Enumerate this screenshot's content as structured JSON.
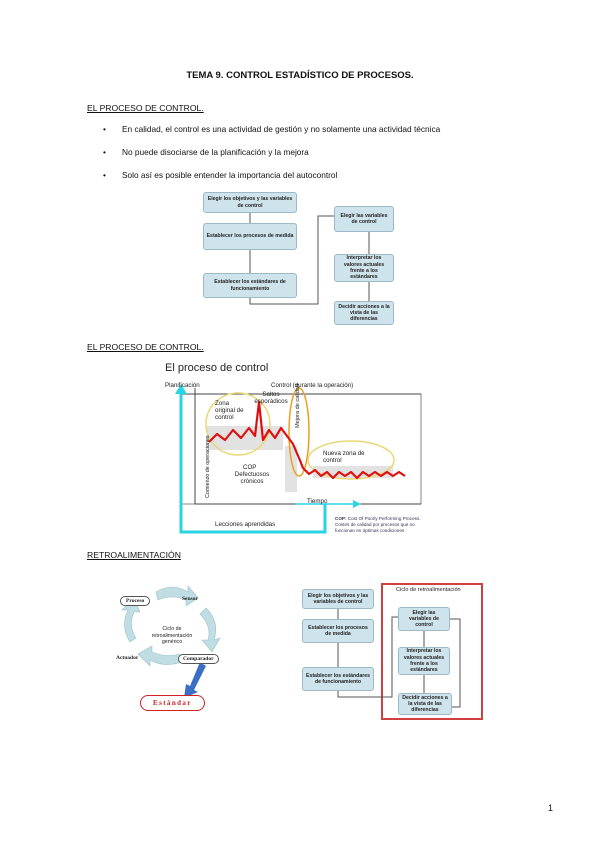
{
  "title": "TEMA 9. CONTROL ESTADÍSTICO DE PROCESOS.",
  "section1": "EL PROCESO DE CONTROL.",
  "bullets": [
    "En calidad, el control es una actividad de gestión y no solamente una actividad técnica",
    "No puede disociarse de la planificación y la mejora",
    "Solo así es posible entender la importancia del autocontrol"
  ],
  "flow": {
    "left": [
      "Elegir los objetivos y las variables de control",
      "Establecer los procesos de medida",
      "Establecer los estándares de funcionamiento"
    ],
    "right": [
      "Elegir las variables de control",
      "Interpretar los valores actuales frente a los estándares",
      "Decidir acciones a la vista de las diferencias"
    ]
  },
  "section2": "EL PROCESO DE CONTROL.",
  "chart": {
    "heading": "El proceso de control",
    "planificacion": "Planificación",
    "control": "Control (durante la operación)",
    "saltos": "Saltos esporádicos",
    "zona_original": "Zona original de control",
    "mejora": "Mejora de calidad",
    "nueva_zona": "Nueva zona de control",
    "comienzo": "Comienzo de operaciones",
    "cop": "COP",
    "defectuosos": "Defectuosos crónicos",
    "tiempo": "Tiempo",
    "lecciones": "Lecciones aprendidas",
    "nota_bold": "COP:",
    "nota": "Cost Of Poorly Performing Process. Costes de calidad por procesos que no funcionan en óptimas condiciones"
  },
  "section3": "RETROALIMENTACIÓN",
  "cycle": {
    "proceso": "Proceso",
    "sensor": "Sensor",
    "comparador": "Comparador",
    "actuador": "Actuador",
    "centro": "Ciclo de retroalimentación genérico",
    "estandar": "Estándar"
  },
  "feedback_title": "Ciclo de retroalimentación",
  "page_number": "1",
  "colors": {
    "box": "#cfe3ec",
    "cyan": "#29d3e3",
    "red": "#dd1111",
    "frame_red": "#d04040"
  }
}
